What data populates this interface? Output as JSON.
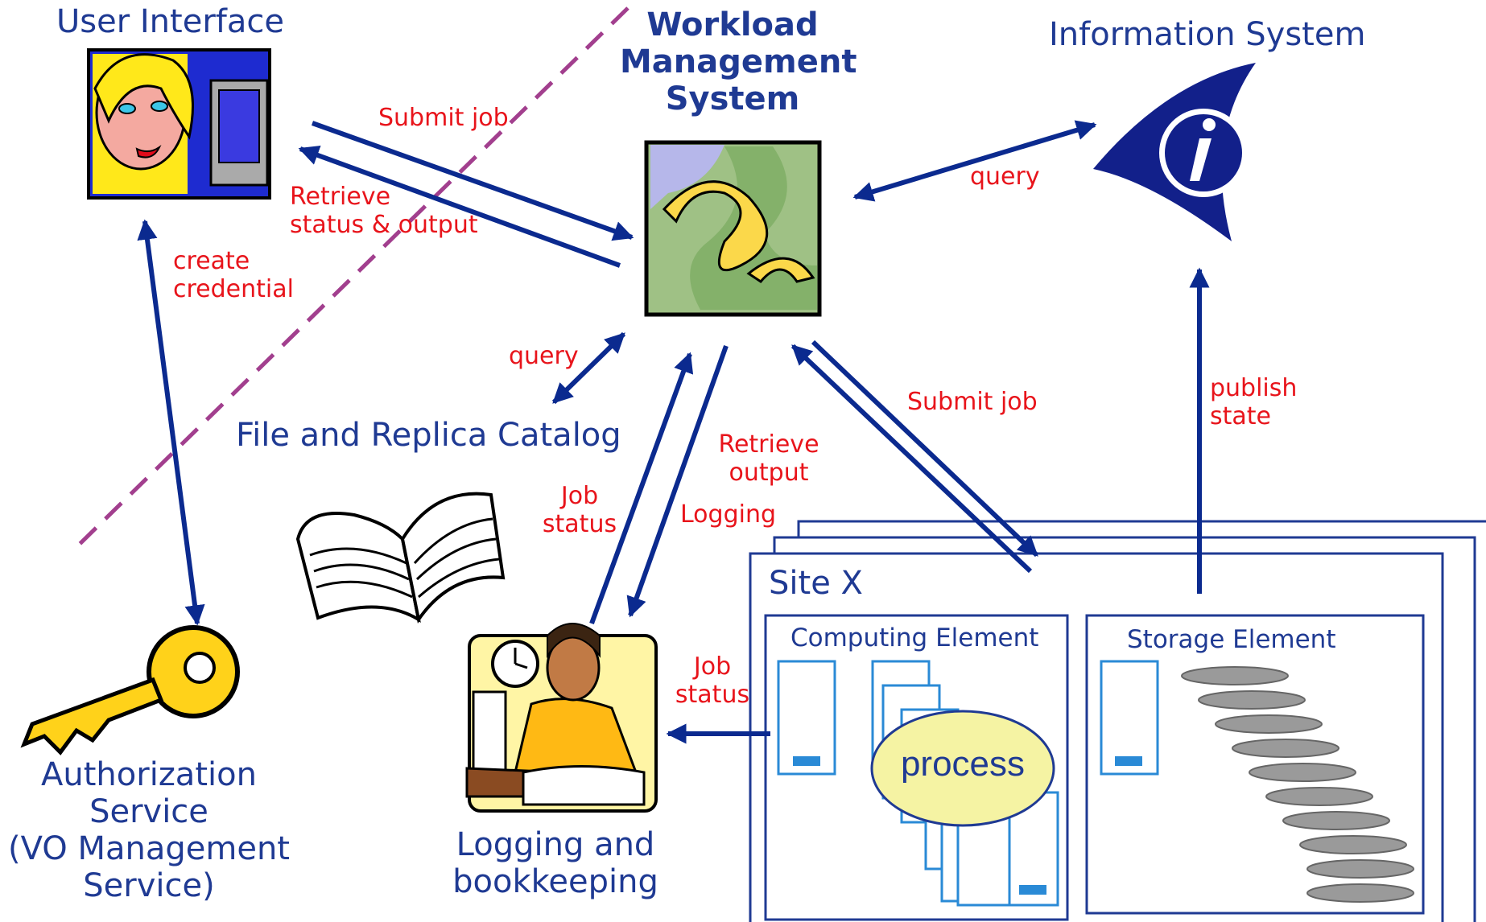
{
  "components": {
    "user_interface": "User Interface",
    "wms": [
      "Workload",
      "Management",
      "System"
    ],
    "information_system": "Information System",
    "catalog": "File and Replica Catalog",
    "auth": [
      "Authorization",
      "Service",
      "(VO Management",
      "Service)"
    ],
    "logging": [
      "Logging and",
      "bookkeeping"
    ],
    "site": "Site X",
    "computing_element": "Computing Element",
    "storage_element": "Storage Element",
    "process": "process"
  },
  "labels": {
    "submit_job_ui": "Submit job",
    "retrieve_status": [
      "Retrieve",
      "status & output"
    ],
    "create_credential": [
      "create",
      "credential"
    ],
    "query_is": "query",
    "query_catalog": "query",
    "submit_job_site": "Submit job",
    "publish_state": [
      "publish",
      "state"
    ],
    "retrieve_output": [
      "Retrieve",
      "output"
    ],
    "job_status_lb": [
      "Job",
      "status"
    ],
    "logging": "Logging",
    "job_status_ce": [
      "Job",
      "status"
    ]
  },
  "colors": {
    "arrow": "#0b2a8f",
    "label": "#e8141b",
    "title": "#1f3a93",
    "divider": "#a23f8e",
    "process_fill": "#f5f3a3",
    "info_icon": "#12208a"
  },
  "icons": [
    "user-clipart",
    "workload-management-clipart",
    "info-eye-icon",
    "book-icon",
    "key-icon",
    "bookkeeper-clipart",
    "server-icon",
    "disk-stack-icon"
  ]
}
